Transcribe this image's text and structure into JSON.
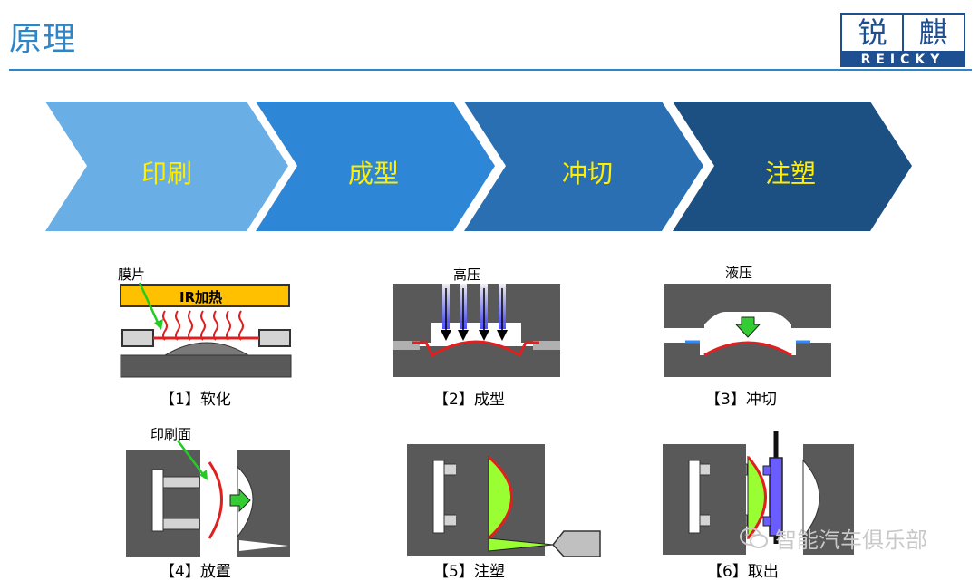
{
  "title": "原理",
  "logo": {
    "char1": "锐",
    "char2": "麒",
    "latin": "REICKY"
  },
  "steps": [
    "印刷",
    "成型",
    "冲切",
    "注塑"
  ],
  "colors": {
    "step1": "#6aaee6",
    "step2": "#2e86d6",
    "step3": "#2a6fb2",
    "step4": "#1c4f82",
    "step_text": "#ffee00",
    "heater": "#ffc000",
    "mold": "#595959",
    "film": "#e02020",
    "plastic": "#99ff33",
    "blade": "#6b5cff"
  },
  "panels": {
    "p1": {
      "label_film": "膜片",
      "heater": "IR加热",
      "caption": "【1】软化"
    },
    "p2": {
      "label_top": "高压",
      "caption": "【2】成型"
    },
    "p3": {
      "label_top": "液压",
      "caption": "【3】冲切"
    },
    "p4": {
      "label_top": "印刷面",
      "caption": "【4】放置"
    },
    "p5": {
      "caption": "【5】注塑"
    },
    "p6": {
      "caption": "【6】取出"
    }
  },
  "watermark": "智能汽车俱乐部"
}
